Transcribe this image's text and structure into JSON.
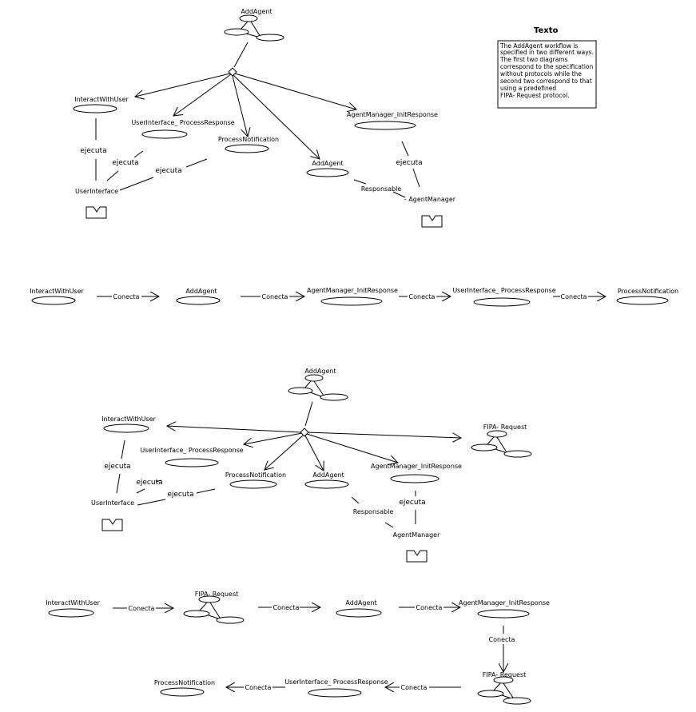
{
  "note": {
    "title": "Texto",
    "lines": [
      "The AddAgent workflow is",
      "specified in two different ways.",
      "The first two diagrams",
      "correspond to the specification",
      "without protocols while the",
      "second two correspond to that",
      "using a predefined",
      "FIPA- Request protocol."
    ]
  },
  "d1": {
    "workflow": "AddAgent",
    "tasks": {
      "interact": "InteractWithUser",
      "process_response": "UserInterface_ ProcessResponse",
      "process_notification": "ProcessNotification",
      "add_agent": "AddAgent",
      "init_response": "AgentManager_InitResponse"
    },
    "roles": {
      "ui": "UserInterface",
      "am": "- AgentManager"
    },
    "relations": {
      "ejecuta": "ejecuta",
      "responsable": "Responsable"
    }
  },
  "d2": {
    "nodes": [
      "InteractWithUser",
      "AddAgent",
      "AgentManager_InitResponse",
      "UserInterface_ ProcessResponse",
      "ProcessNotification"
    ],
    "edge": "Conecta"
  },
  "d3": {
    "workflow": "AddAgent",
    "protocol": "FIPA- Request",
    "tasks": {
      "interact": "InteractWithUser",
      "process_response": "UserInterface_ ProcessResponse",
      "process_notification": "ProcessNotification",
      "add_agent": "AddAgent",
      "init_response": "AgentManager_InitResponse"
    },
    "roles": {
      "ui": "UserInterface",
      "am": "AgentManager"
    },
    "relations": {
      "ejecuta": "ejecuta",
      "responsable": "Responsable"
    }
  },
  "d4": {
    "interact": "InteractWithUser",
    "protocol_1": "FIPA- Request",
    "add_agent": "AddAgent",
    "init_response": "AgentManager_InitResponse",
    "protocol_2": "FIPA- Request",
    "process_response": "UserInterface_ ProcessResponse",
    "process_notification": "ProcessNotification",
    "edge": "Conecta"
  }
}
